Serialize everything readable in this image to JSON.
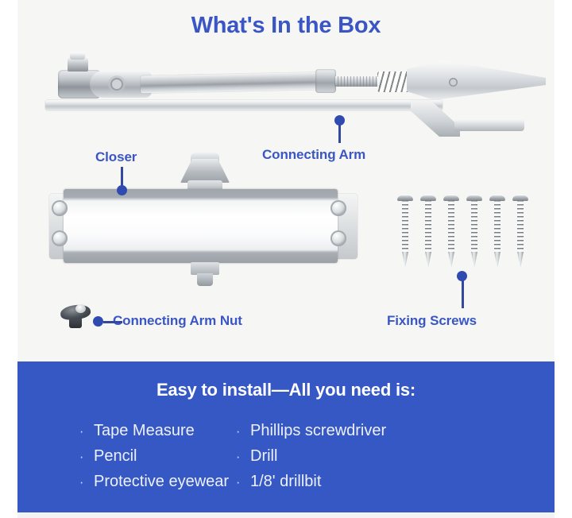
{
  "page": {
    "title": "What's In the Box",
    "title_color": "#3a56c4",
    "background_color": "#f6f6f4",
    "panel_color": "#3558c5",
    "accent_color": "#2f4bb0"
  },
  "callouts": [
    {
      "id": "closer",
      "label": "Closer",
      "pointer": "down"
    },
    {
      "id": "connecting-arm",
      "label": "Connecting Arm",
      "pointer": "up"
    },
    {
      "id": "connecting-arm-nut",
      "label": "Connecting Arm Nut",
      "pointer": "left"
    },
    {
      "id": "fixing-screws",
      "label": "Fixing Screws",
      "pointer": "up"
    }
  ],
  "parts": [
    {
      "id": "connecting-arm",
      "name": "connecting-arm-assembly"
    },
    {
      "id": "closer",
      "name": "door-closer-body"
    },
    {
      "id": "screws",
      "name": "fixing-screws",
      "count": 6
    },
    {
      "id": "nut",
      "name": "connecting-arm-nut"
    }
  ],
  "install_panel": {
    "heading": "Easy to install—All you need is:",
    "bullet": "·",
    "columns": [
      {
        "items": [
          "Tape Measure",
          "Pencil",
          "Protective eyewear"
        ]
      },
      {
        "items": [
          "Phillips screwdriver",
          "Drill",
          "1/8' drillbit"
        ]
      }
    ]
  }
}
